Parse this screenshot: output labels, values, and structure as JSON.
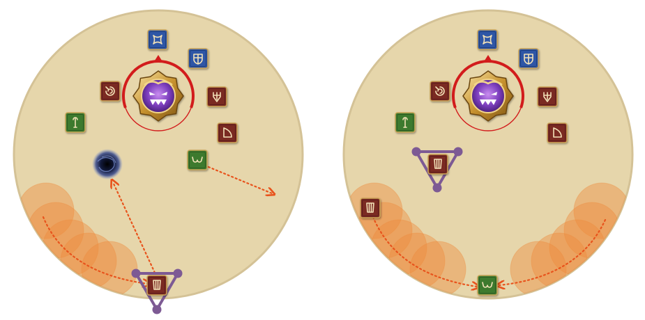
{
  "colors": {
    "arena_fill": "#e6d6ab",
    "arena_edge": "#d4c296",
    "tank": "#2f57a6",
    "healer": "#3d7a2e",
    "dps": "#7a2a24",
    "tile_border": "#c9a458",
    "boss_ring": "#d21c1c",
    "aoe": "#ef8a3c",
    "arrow": "#e8531c",
    "tether": "#7d5a94",
    "void": "#0f1530"
  },
  "boss": {
    "icon": "purple-demon-face-icon",
    "facing": "north"
  },
  "roles": {
    "tank": {
      "icon": "tank-shield-icon"
    },
    "healer": {
      "icon": "healer-staff-icon"
    },
    "dps": {
      "icon": "dps-weapon-icon"
    }
  },
  "panels": [
    {
      "id": "left",
      "players": [
        {
          "id": "paladin",
          "role": "tank",
          "glyph": "paladin"
        },
        {
          "id": "warrior",
          "role": "tank",
          "glyph": "warrior"
        },
        {
          "id": "dragoon",
          "role": "dps",
          "glyph": "dragoon"
        },
        {
          "id": "monk",
          "role": "dps",
          "glyph": "monk"
        },
        {
          "id": "ninja",
          "role": "dps",
          "glyph": "ninja"
        },
        {
          "id": "bard",
          "role": "dps",
          "glyph": "bard"
        },
        {
          "id": "whitemage",
          "role": "healer",
          "glyph": "whitemage"
        },
        {
          "id": "scholar",
          "role": "healer",
          "glyph": "scholar"
        }
      ],
      "mechanics": [
        "void-zone",
        "aoe-sweep-left",
        "tether-triangle-south"
      ]
    },
    {
      "id": "right",
      "players": [
        {
          "id": "paladin",
          "role": "tank",
          "glyph": "paladin"
        },
        {
          "id": "warrior",
          "role": "tank",
          "glyph": "warrior"
        },
        {
          "id": "dragoon",
          "role": "dps",
          "glyph": "dragoon"
        },
        {
          "id": "monk",
          "role": "dps",
          "glyph": "monk"
        },
        {
          "id": "ninja",
          "role": "dps",
          "glyph": "ninja"
        },
        {
          "id": "bard",
          "role": "dps",
          "glyph": "bard"
        },
        {
          "id": "whitemage",
          "role": "healer",
          "glyph": "whitemage"
        },
        {
          "id": "scholar",
          "role": "healer",
          "glyph": "scholar"
        }
      ],
      "mechanics": [
        "aoe-sweep-both",
        "tether-triangle-west"
      ]
    }
  ]
}
